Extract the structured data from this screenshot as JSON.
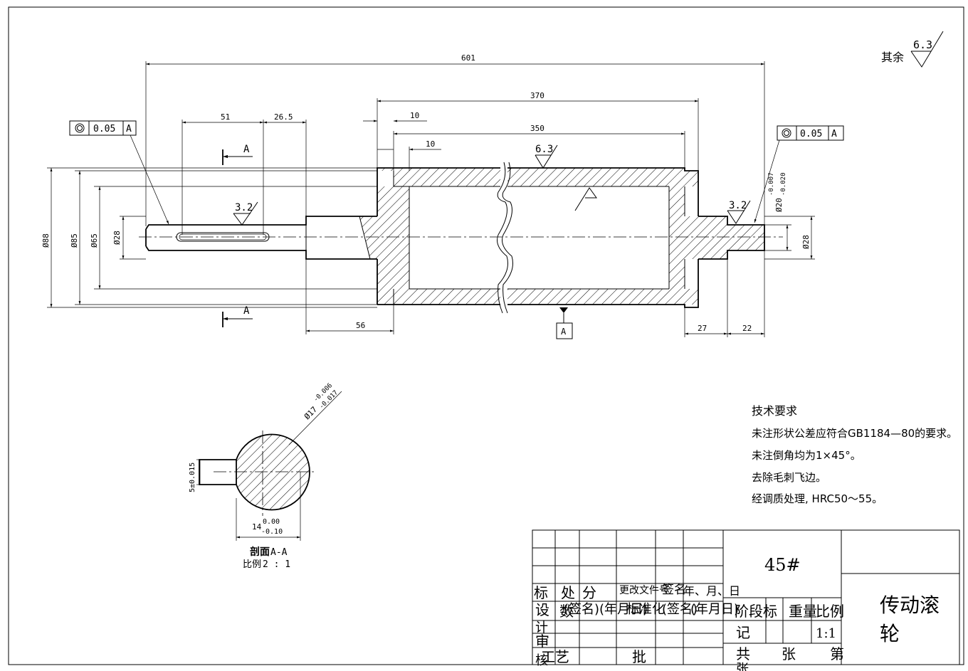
{
  "drawing": {
    "surface_finish_default": {
      "prefix": "其余",
      "value": "6.3"
    },
    "dimensions": {
      "overall_length": "601",
      "drum_length": "370",
      "drum_inner_length": "350",
      "wall_left": "10",
      "wall_left2": "10",
      "keyway_length": "51",
      "shaft_step": "26.5",
      "hub_length": "56",
      "right_shoulder": "27",
      "right_journal": "22",
      "dia_outer": "Ø88",
      "dia_85": "Ø85",
      "dia_inner": "Ø65",
      "dia_shaft_left": "Ø28",
      "dia_shaft_right": "Ø28",
      "dia_right_journal": "Ø20",
      "dia_right_tol_upper": "-0.007",
      "dia_right_tol_lower": "-0.020"
    },
    "roughness": {
      "top": "6.3",
      "left": "3.2",
      "right": "3.2"
    },
    "tolerance_frames": {
      "left": {
        "value": "0.05",
        "datum": "A"
      },
      "right": {
        "value": "0.05",
        "datum": "A"
      }
    },
    "datum_label": "A",
    "section_marks": {
      "top": "A",
      "bottom": "A"
    },
    "section_view": {
      "diameter": "Ø17",
      "dia_tol_upper": "-0.006",
      "dia_tol_lower": "-0.017",
      "key_width": "5±0.015",
      "depth": "14",
      "depth_tol_upper": "0.00",
      "depth_tol_lower": "-0.10",
      "title_prefix": "剖面",
      "title_name": "A-A",
      "scale_prefix": "比例",
      "scale_value": "2 : 1"
    }
  },
  "technical_requirements": {
    "title": "技术要求",
    "items": [
      "未注形状公差应符合GB1184—80的要求。",
      "未注倒角均为1×45°。",
      "去除毛刺飞边。",
      "经调质处理, HRC50～55。"
    ]
  },
  "title_block": {
    "material": "45#",
    "part_name_line1": "传动滚",
    "part_name_line2": "轮",
    "row_header": {
      "c1": "标",
      "c2": "处",
      "c3": "分",
      "c4": "更改文件号",
      "c5": "签名",
      "c6": "年、月、日",
      "c7": "数"
    },
    "design_row": {
      "c1": "设",
      "c2": "计",
      "text1": "(签名)",
      "text2": "(年月日)",
      "text3": "标准化",
      "text4": "(签名)",
      "text5": "(年月日)"
    },
    "phase_header": {
      "a": "阶段标",
      "b": "记",
      "weight": "重量",
      "scale_label": "比例",
      "scale_value": "1:1"
    },
    "check_row": {
      "c1": "审",
      "c2": "核"
    },
    "process_row": {
      "c1": "工艺",
      "c2": "批",
      "total": "共",
      "sheet": "张",
      "no": "第",
      "sheet2": "张"
    }
  }
}
